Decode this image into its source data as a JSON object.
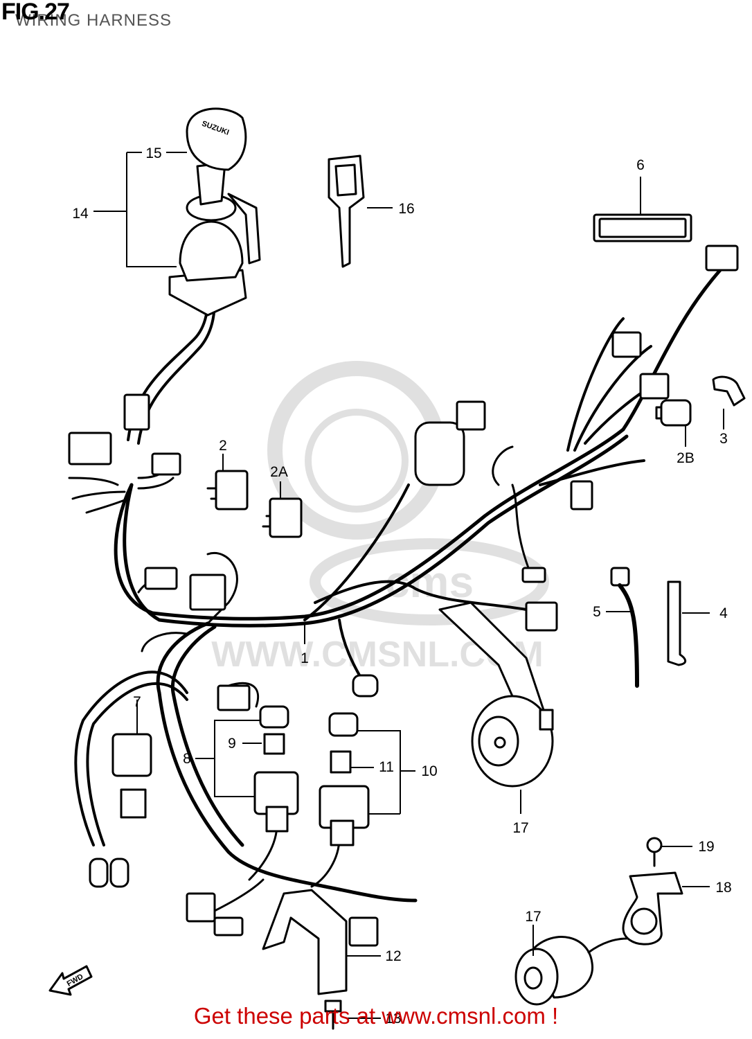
{
  "figure": {
    "title": "FIG.27",
    "subtitle": "WIRING HARNESS"
  },
  "watermark": {
    "text": "WWW.CMSNL.COM",
    "logo_text": "cms"
  },
  "footer": {
    "text": "Get these parts at www.cmsnl.com !",
    "color": "#cc0000"
  },
  "fwd_arrow": {
    "label": "FWD"
  },
  "parts": [
    {
      "label": "1"
    },
    {
      "label": "2"
    },
    {
      "label": "2A"
    },
    {
      "label": "2B"
    },
    {
      "label": "3"
    },
    {
      "label": "4"
    },
    {
      "label": "5"
    },
    {
      "label": "6"
    },
    {
      "label": "7"
    },
    {
      "label": "8"
    },
    {
      "label": "9"
    },
    {
      "label": "10"
    },
    {
      "label": "11"
    },
    {
      "label": "12"
    },
    {
      "label": "13"
    },
    {
      "label": "14"
    },
    {
      "label": "15"
    },
    {
      "label": "16"
    },
    {
      "label": "17"
    },
    {
      "label": "17"
    },
    {
      "label": "18"
    },
    {
      "label": "19"
    }
  ],
  "key_brand": "SUZUKI"
}
